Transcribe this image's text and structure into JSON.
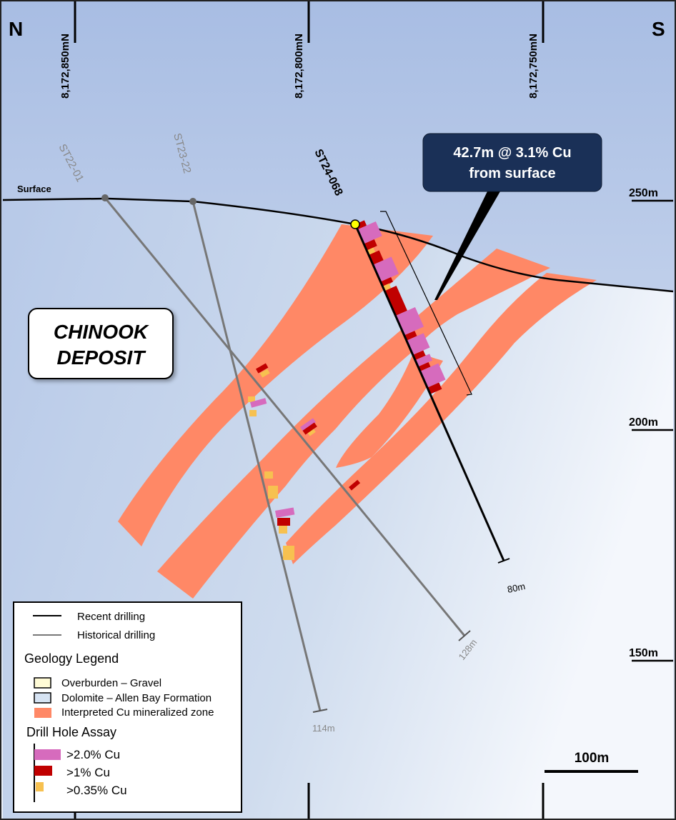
{
  "compass": {
    "north": "N",
    "south": "S"
  },
  "northings": [
    "8,172,850mN",
    "8,172,800mN",
    "8,172,750mN"
  ],
  "elevations": [
    "250m",
    "200m",
    "150m"
  ],
  "surface_label": "Surface",
  "deposit_label": {
    "line1": "CHINOOK",
    "line2": "DEPOSIT"
  },
  "holes": [
    {
      "id": "ST22-01",
      "depth": "128m",
      "type": "historical"
    },
    {
      "id": "ST23-22",
      "depth": "114m",
      "type": "historical"
    },
    {
      "id": "ST24-068",
      "depth": "80m",
      "type": "recent"
    }
  ],
  "callout": {
    "line1": "42.7m @ 3.1% Cu",
    "line2": "from surface"
  },
  "scale_bar": "100m",
  "legend": {
    "recent": "Recent drilling",
    "historical": "Historical drilling",
    "geology_title": "Geology Legend",
    "overburden": "Overburden – Gravel",
    "dolomite": "Dolomite – Allen Bay Formation",
    "mineralized": "Interpreted Cu mineralized zone",
    "assay_title": "Drill Hole Assay",
    "assay_high": ">2.0% Cu",
    "assay_mid": ">1% Cu",
    "assay_low": ">0.35% Cu"
  },
  "colors": {
    "mineralized": "#ff8866",
    "assay_high": "#d66bbd",
    "assay_mid": "#c00000",
    "assay_low": "#f7c150",
    "callout_bg": "#1a3057",
    "overburden": "#fffbd6",
    "dolomite": "#d6e3f3"
  }
}
